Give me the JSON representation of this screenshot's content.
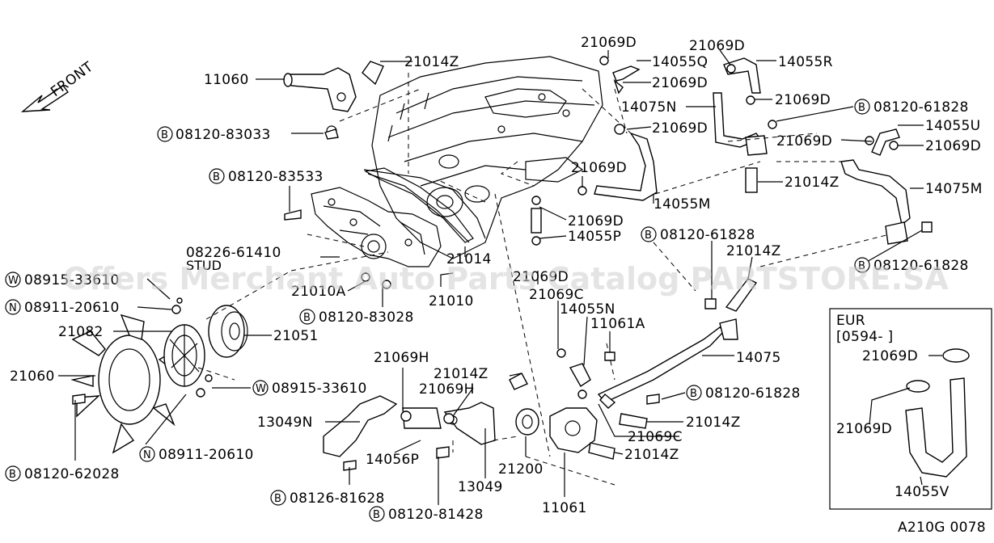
{
  "watermark": "Offers Merchant Auto Parts Catalog PARTSTORE.SA",
  "front_label": "FRONT",
  "diagram_code": "A210G 0078",
  "inset": {
    "region": "EUR",
    "date_range": "[0594-     ]",
    "labels": [
      "21069D",
      "21069D",
      "14055V"
    ]
  },
  "labels": {
    "l11060": "11060",
    "l21014z_a": "21014Z",
    "l08120_83033": "08120-83033",
    "l08120_83533": "08120-83533",
    "l08226_61410": "08226-61410",
    "l_stud": "STUD",
    "l08915_33610_a": "08915-33610",
    "l08911_20610_a": "08911-20610",
    "l21082": "21082",
    "l21060": "21060",
    "l08120_62028": "08120-62028",
    "l08911_20610_b": "08911-20610",
    "l08915_33610_b": "08915-33610",
    "l21051": "21051",
    "l21010a": "21010A",
    "l08120_83028": "08120-83028",
    "l21010": "21010",
    "l21014": "21014",
    "l21069d_a": "21069D",
    "l14055q": "14055Q",
    "l21069d_b": "21069D",
    "l21069d_c": "21069D",
    "l14055r": "14055R",
    "l21069d_d": "21069D",
    "l14075n": "14075N",
    "l21069d_e": "21069D",
    "l08120_61828_a": "08120-61828",
    "l14055u": "14055U",
    "l21069d_f": "21069D",
    "l21069d_g": "21069D",
    "l21014z_b": "21014Z",
    "l14075m": "14075M",
    "l21069d_h": "21069D",
    "l14055m": "14055M",
    "l21069d_i": "21069D",
    "l14055p": "14055P",
    "l08120_61828_b": "08120-61828",
    "l21014z_c": "21014Z",
    "l08120_61828_c": "08120-61828",
    "l21069d_j": "21069D",
    "l21069c_a": "21069C",
    "l14055n": "14055N",
    "l11061a": "11061A",
    "l14075": "14075",
    "l21069h_a": "21069H",
    "l21014z_d": "21014Z",
    "l21069h_b": "21069H",
    "l13049n": "13049N",
    "l14056p": "14056P",
    "l08126_81628": "08126-81628",
    "l08120_81428": "08120-81428",
    "l13049": "13049",
    "l21200": "21200",
    "l11061": "11061",
    "l08120_61828_d": "08120-61828",
    "l21014z_e": "21014Z",
    "l21069c_b": "21069C",
    "l21014z_f": "21014Z"
  },
  "prefixes": {
    "B": "B",
    "N": "N",
    "W": "W"
  }
}
